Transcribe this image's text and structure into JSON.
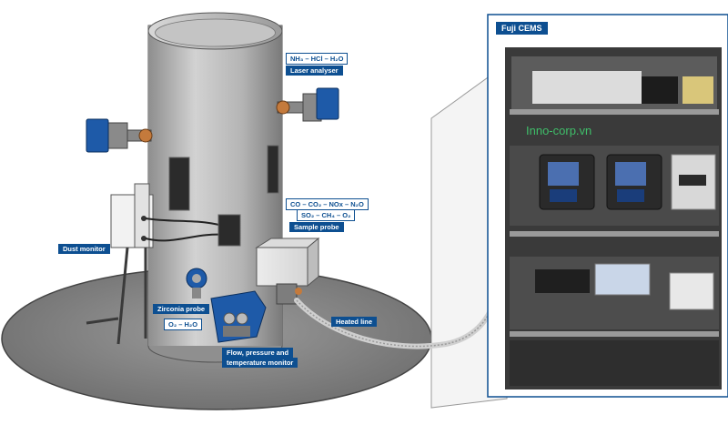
{
  "labels": {
    "laser_gases": "NH₃ – HCl – H₂O",
    "laser_analyser": "Laser analyser",
    "sample_gases_1": "CO – CO₂ – NOx – N₂O",
    "sample_gases_2": "SO₂ – CH₄ – O₂",
    "sample_probe": "Sample probe",
    "dust_monitor": "Dust monitor",
    "zirconia_probe": "Zirconia probe",
    "zirconia_gases": "O₂ – H₂O",
    "flow_monitor_1": "Flow, pressure and",
    "flow_monitor_2": "temperature monitor",
    "heated_line": "Heated line",
    "cems_title": "Fuji CEMS",
    "watermark": "Inno-corp.vn"
  },
  "colors": {
    "label_blue": "#0d4f91",
    "stack_grey": "#b8b8b8",
    "base_grey": "#8a8a8a",
    "cabinet_bg": "#3a3a3a",
    "watermark_green": "#3fbf6a"
  }
}
